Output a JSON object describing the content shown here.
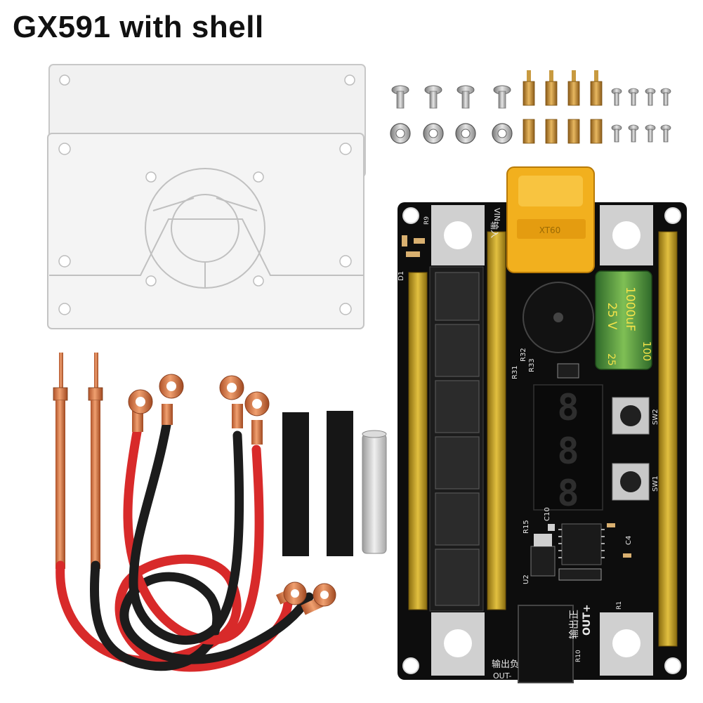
{
  "title": "GX591 with shell",
  "board": {
    "input_label": "输入",
    "vin_label": "VIN",
    "capacitor_value": "1000uF",
    "capacitor_voltage": "25 V",
    "capacitor_value_2": "100",
    "capacitor_voltage_2": "25",
    "output_pos_label": "输出正",
    "output_label": "OUT+",
    "output_neg_label": "输出负",
    "output_neg_label_2": "OUT-",
    "switch_2": "SW2",
    "switch_1": "SW1",
    "ref_r33": "R33",
    "ref_r32": "R32",
    "ref_r31": "R31",
    "ref_r15": "R15",
    "ref_c10": "C10",
    "ref_u2": "U2",
    "ref_d1": "D1",
    "ref_c4": "C4",
    "ref_r9": "R9",
    "ref_r10": "R10",
    "ref_r1": "R1",
    "display_digits": "888"
  },
  "connector_label": "XT60"
}
